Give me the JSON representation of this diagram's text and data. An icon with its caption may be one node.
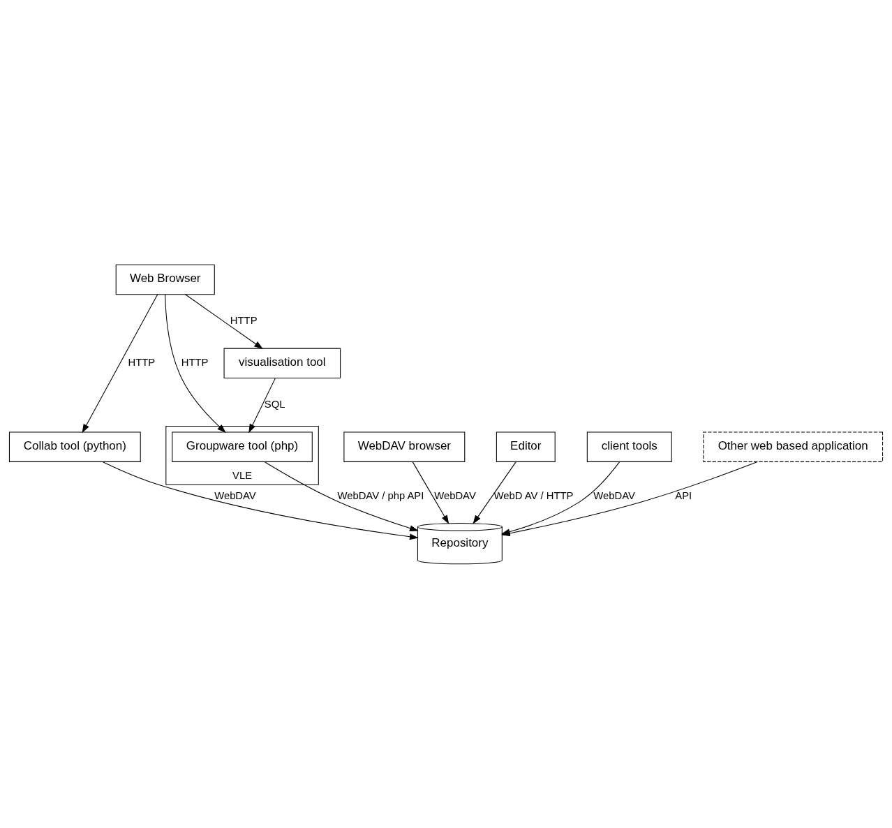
{
  "diagram": {
    "nodes": [
      {
        "text": [
          "Web Browser"
        ]
      },
      {
        "text": [
          "Collab tool (python)"
        ]
      },
      {
        "text": [
          "VLE"
        ]
      },
      {
        "text": [
          "Groupware tool (php)"
        ],
        "in": 2
      },
      {
        "text": [
          "visualisation tool"
        ]
      },
      {
        "text": [
          "WebDAV browser"
        ]
      },
      {
        "text": [
          "Repository"
        ]
      },
      {
        "text": [
          "Editor"
        ]
      },
      {
        "text": [
          "client tools"
        ]
      },
      {
        "text": [
          "Other web based application"
        ]
      }
    ],
    "edges": [
      {
        "from": 0,
        "to": 1,
        "arrow": "to",
        "label": "HTTP"
      },
      {
        "from": 0,
        "to": 3,
        "arrow": "to",
        "label": "HTTP"
      },
      {
        "from": 0,
        "to": 4,
        "arrow": "to",
        "label": "HTTP"
      },
      {
        "from": 4,
        "to": 3,
        "arrow": "to",
        "label": "SQL"
      },
      {
        "from": 1,
        "to": 6,
        "arrow": "to",
        "label": "WebDAV"
      },
      {
        "from": 3,
        "to": 6,
        "arrow": "to",
        "label": "WebDAV / php API"
      },
      {
        "from": 5,
        "to": 6,
        "arrow": "to",
        "label": "WebDAV"
      },
      {
        "from": 7,
        "to": 6,
        "arrow": "to",
        "label": "WebD AV / HTTP"
      },
      {
        "from": 8,
        "to": 6,
        "arrow": "to",
        "label": "WebDAV"
      },
      {
        "from": 9,
        "to": 6,
        "arrow": "to",
        "label": "API"
      }
    ]
  }
}
